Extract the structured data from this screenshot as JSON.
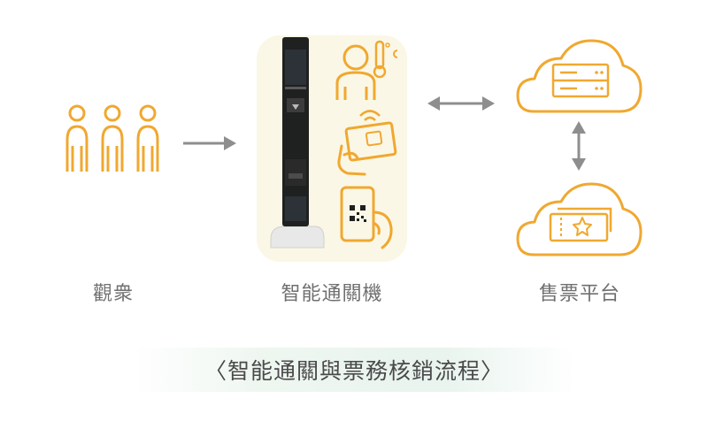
{
  "nodes": {
    "audience": {
      "label": "觀衆"
    },
    "gate": {
      "label": "智能通關機"
    },
    "ticketing": {
      "label": "售票平台"
    }
  },
  "caption": "〈智能通關與票務核銷流程〉",
  "colors": {
    "accent": "#f0a830",
    "arrow": "#8e8e8e",
    "label": "#6f6f6f",
    "panel": "#fbf7e6",
    "device": "#1f2020"
  }
}
